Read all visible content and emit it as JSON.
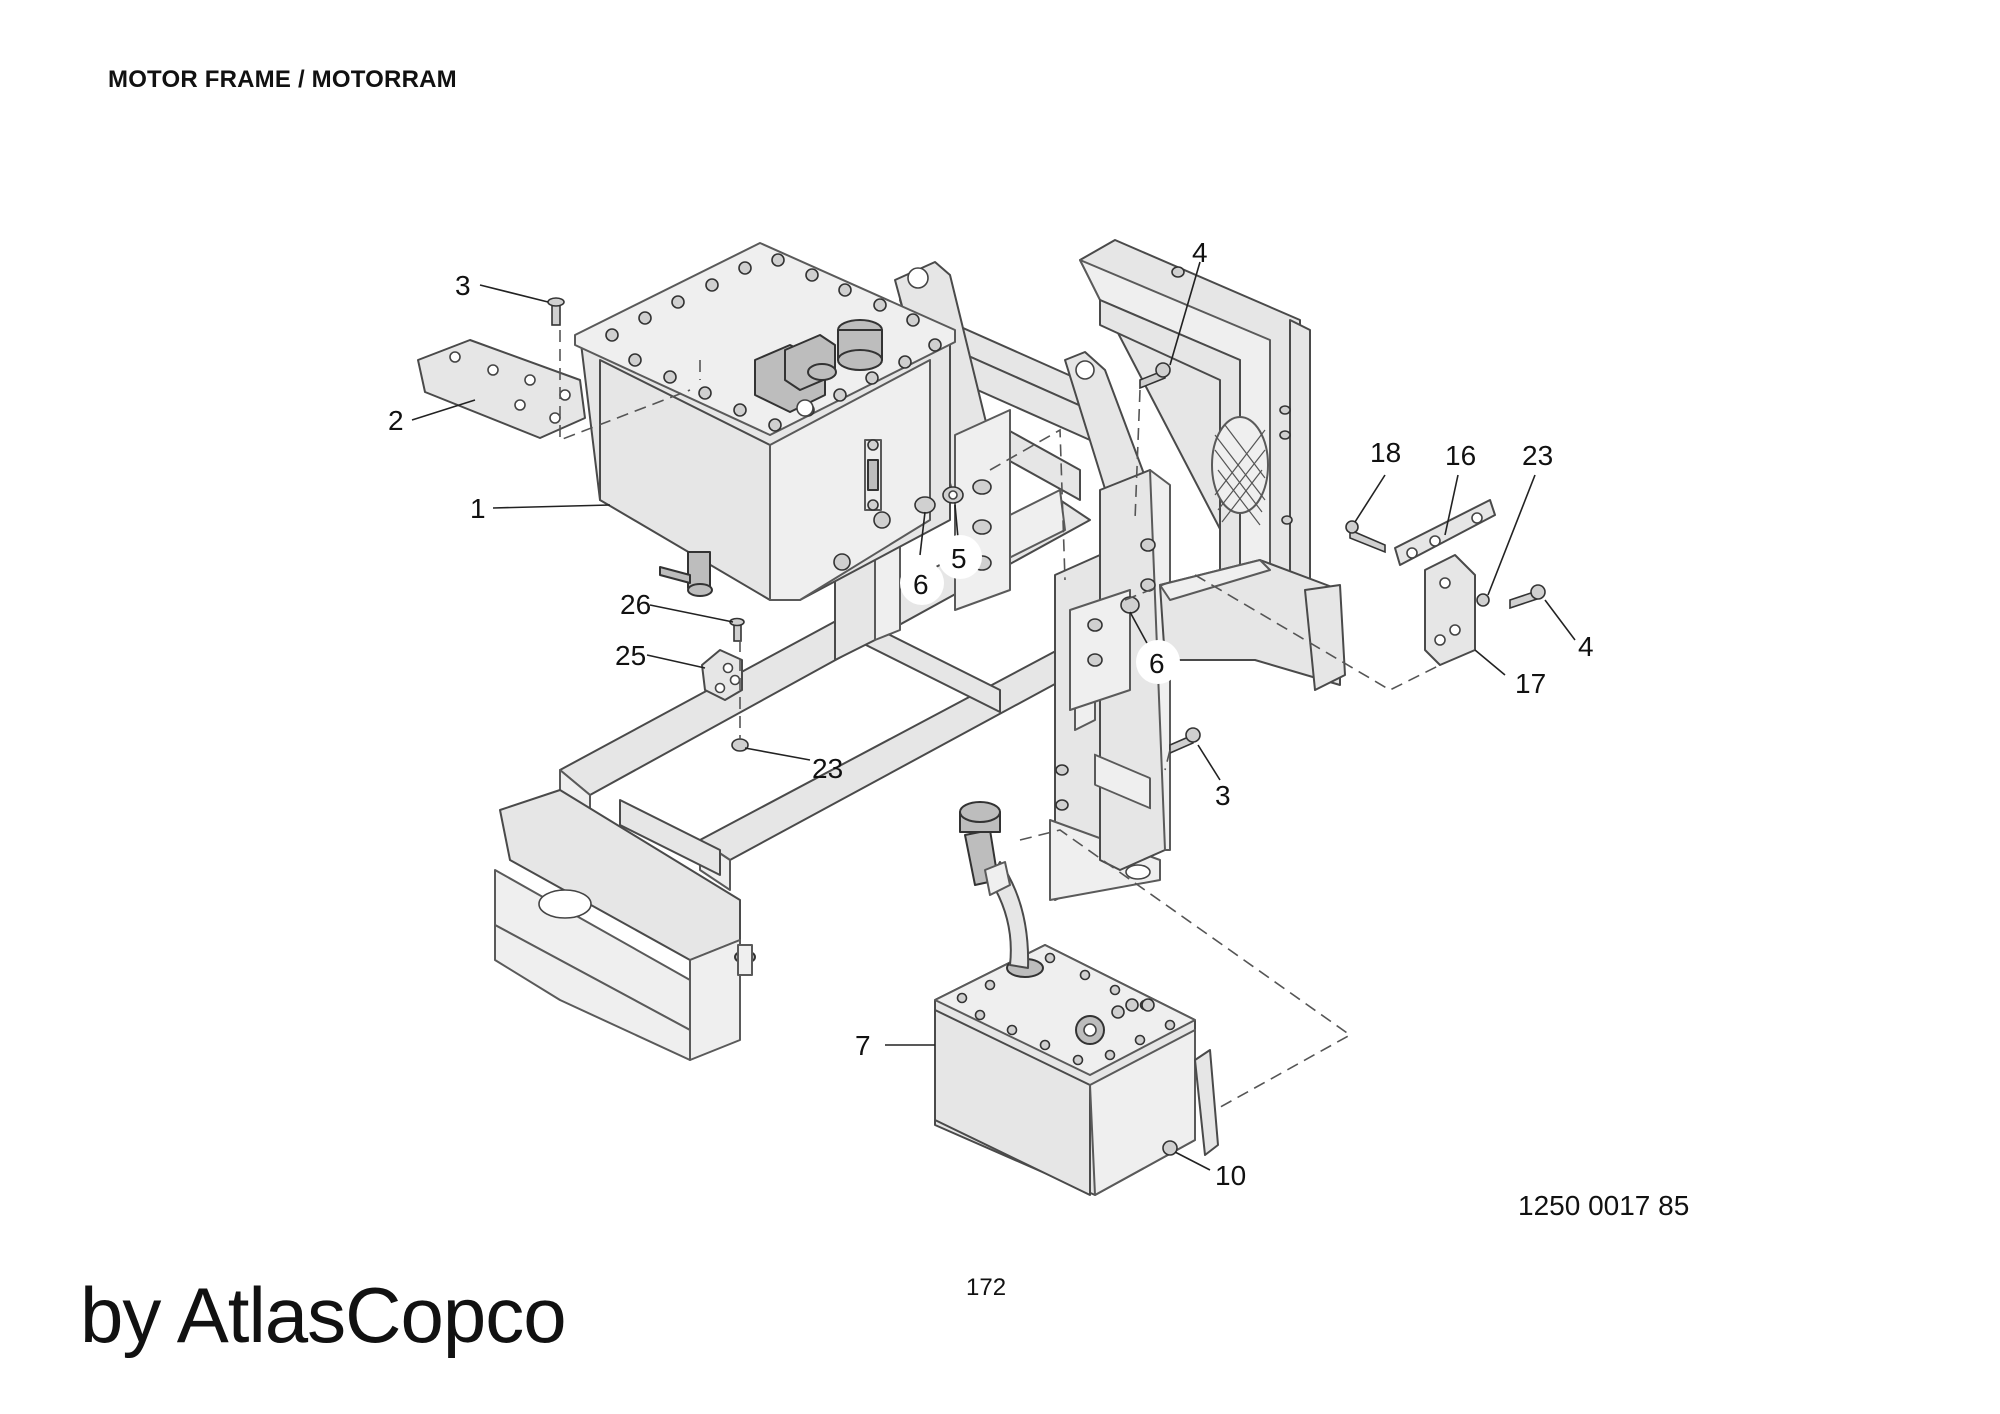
{
  "header": {
    "title": "MOTOR FRAME / MOTORRAM"
  },
  "callouts": {
    "c1": "1",
    "c2": "2",
    "c3a": "3",
    "c3b": "3",
    "c4a": "4",
    "c4b": "4",
    "c5": "5",
    "c6a": "6",
    "c6b": "6",
    "c7": "7",
    "c10": "10",
    "c16": "16",
    "c17": "17",
    "c18": "18",
    "c23a": "23",
    "c23b": "23",
    "c25": "25",
    "c26": "26"
  },
  "footer": {
    "drawing_number": "1250 0017 85",
    "page_number": "172",
    "brand": "by AtlasCopco"
  }
}
